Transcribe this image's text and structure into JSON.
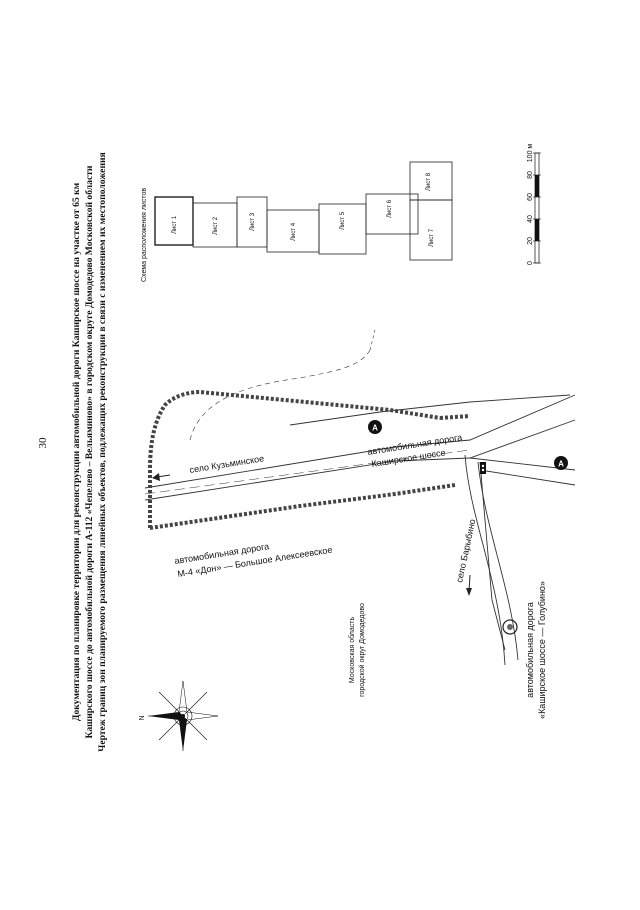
{
  "page_number": "30",
  "title_lines": [
    "Документация по планировке территории для реконструкции автомобильной дороги Каширское шоссе на участке от 65 км",
    "Каширского шоссе до автомобильной дороги А-112 «Чепелево – Вельяминово» в городском округе Домодедово Московской области",
    "Чертеж границ зон планируемого размещения линейных объектов, подлежащих реконструкции в связи с изменением их местоположения"
  ],
  "map_labels": {
    "kuzminskoe": "село Кузьминское",
    "kashirskoe_road": "автомобильная дорога",
    "kashirskoe_name": "Каширское шоссе",
    "m4_road": "автомобильная дорога",
    "m4_name": "М-4 «Дон» — Большое Алексеевское",
    "barybino": "село Барыбино",
    "golubino_road": "автомобильная дорога",
    "golubino_name": "«Каширское шоссе — Голубино»",
    "region": "Московская область",
    "district": "городской округ Домодедово",
    "marker": "А"
  },
  "sheet_scheme": {
    "title": "Схема расположения листов",
    "sheets": [
      "Лист 1",
      "Лист 2",
      "Лист 3",
      "Лист 4",
      "Лист 5",
      "Лист 6",
      "Лист 7",
      "Лист 8"
    ]
  },
  "scale_bar": {
    "ticks": [
      "0",
      "20",
      "40",
      "60",
      "80",
      "100 м"
    ]
  },
  "compass": {
    "north": "N"
  }
}
